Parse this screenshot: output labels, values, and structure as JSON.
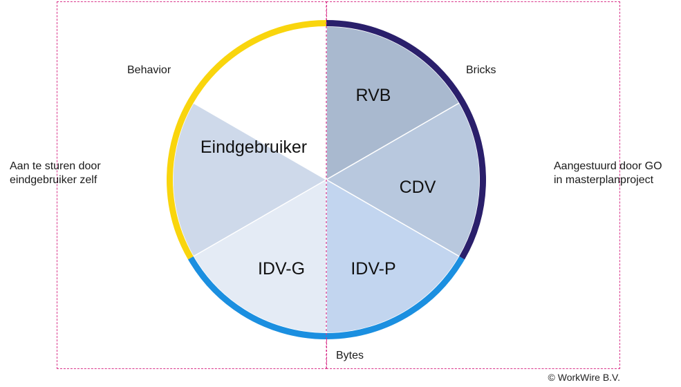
{
  "labels": {
    "behavior": "Behavior",
    "bricks": "Bricks",
    "bytes": "Bytes",
    "left_note": "Aan te sturen door\neindgebruiker zelf",
    "right_note": "Aangestuurd door GO\nin masterplanproject"
  },
  "segments": [
    {
      "id": "eindgebruiker",
      "label": "Eindgebruiker",
      "from": 180,
      "to": 300,
      "fill": "#e4ebf5"
    },
    {
      "id": "rvb",
      "label": "RVB",
      "from": 0,
      "to": 60,
      "fill": "#a9b9cf"
    },
    {
      "id": "cdv",
      "label": "CDV",
      "from": 60,
      "to": 120,
      "fill": "#b8c8de"
    },
    {
      "id": "idvp",
      "label": "IDV-P",
      "from": 120,
      "to": 180,
      "fill": "#c2d5ef"
    },
    {
      "id": "idvg",
      "label": "IDV-G",
      "from": 240,
      "to": 300,
      "fill": "#ced9ea"
    }
  ],
  "rings": [
    {
      "id": "behavior-ring",
      "from": 240,
      "to": 360,
      "color": "#f9d50d"
    },
    {
      "id": "bricks-ring",
      "from": 0,
      "to": 120,
      "color": "#2a1f6b"
    },
    {
      "id": "bytes-ring",
      "from": 120,
      "to": 240,
      "color": "#1b8fe0"
    }
  ],
  "copyright": "© WorkWire B.V."
}
